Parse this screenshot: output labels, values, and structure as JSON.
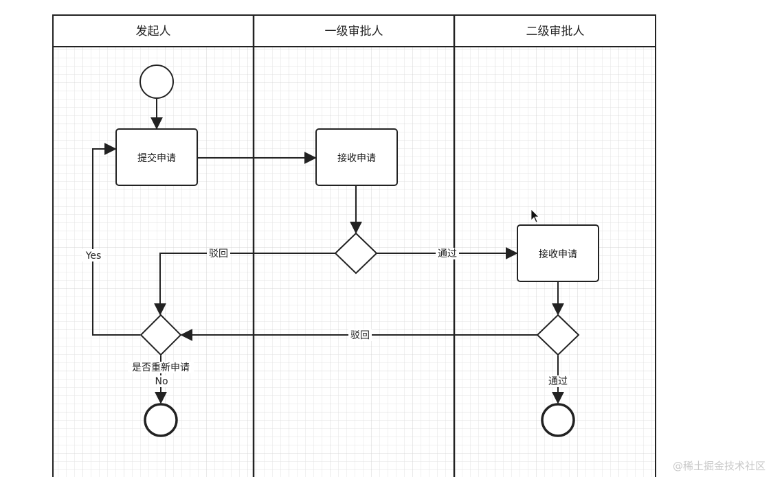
{
  "lanes": [
    {
      "title": "发起人"
    },
    {
      "title": "一级审批人"
    },
    {
      "title": "二级审批人"
    }
  ],
  "nodes": {
    "submit": "提交申请",
    "receive1": "接收申请",
    "receive2": "接收申请"
  },
  "labels": {
    "reject1": "驳回",
    "pass1": "通过",
    "reject2": "驳回",
    "pass2": "通过",
    "yes": "Yes",
    "reapply": "是否重新申请",
    "no": "No"
  },
  "watermark": "@稀土掘金技术社区"
}
